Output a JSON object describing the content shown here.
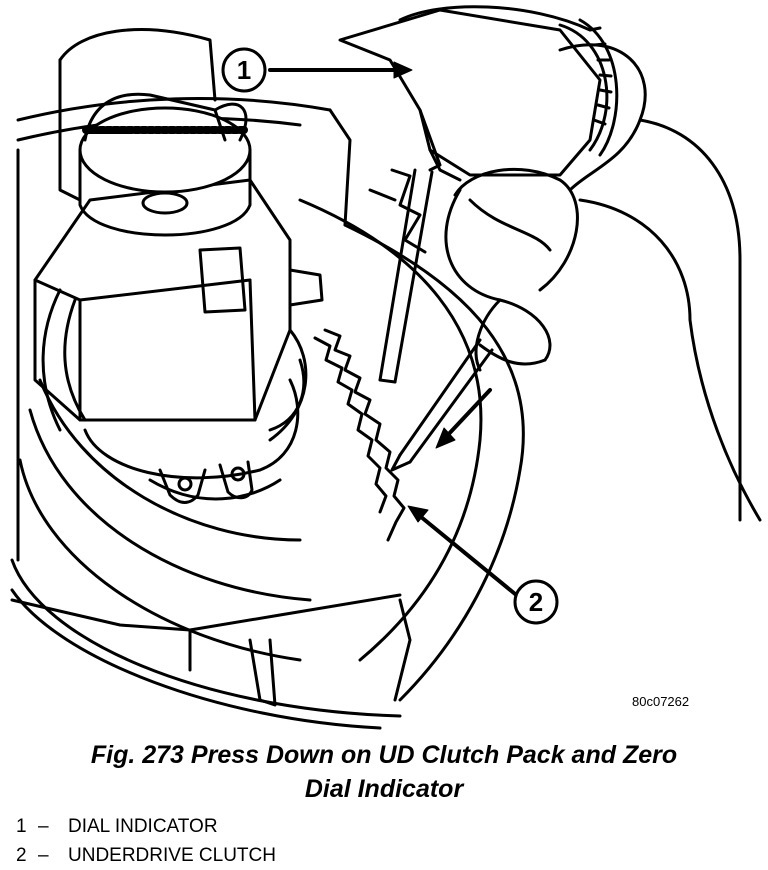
{
  "figure": {
    "image_code": "80c07262",
    "caption_line1": "Fig. 273 Press Down on UD Clutch Pack and Zero",
    "caption_line2": "Dial Indicator",
    "callouts": [
      {
        "number": "1"
      },
      {
        "number": "2"
      }
    ]
  },
  "legend": [
    {
      "number": "1",
      "dash": "–",
      "label": "DIAL INDICATOR"
    },
    {
      "number": "2",
      "dash": "–",
      "label": "UNDERDRIVE CLUTCH"
    }
  ]
}
